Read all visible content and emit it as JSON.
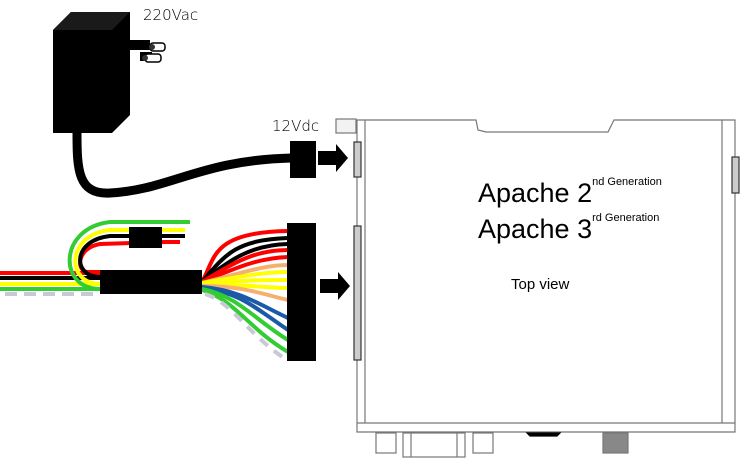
{
  "labels": {
    "ac_input": "220Vac",
    "dc_output": "12Vdc",
    "model_2_base": "Apache 2",
    "model_2_sup": "nd Generation",
    "model_3_base": "Apache 3",
    "model_3_sup": "rd Generation",
    "view": "Top view"
  },
  "colors": {
    "wire_red": "#ff0000",
    "wire_black": "#000000",
    "wire_yellow": "#ffff00",
    "wire_green": "#33cc33",
    "wire_orange": "#f5b070",
    "wire_blue": "#1a5aa8",
    "wire_grey_dashed": "#c8c8d8"
  }
}
